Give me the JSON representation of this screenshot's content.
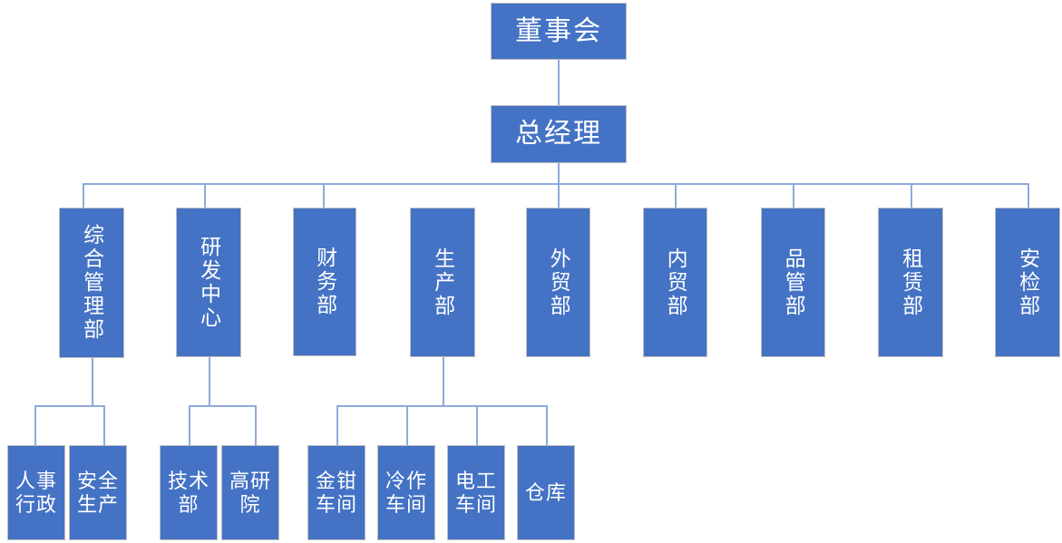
{
  "chart": {
    "kind": "organization-chart",
    "title": "",
    "colors": {
      "box_fill": "#4472C4",
      "box_border": "#BFBFBF",
      "connector": "#8FAADC",
      "text": "#FFFFFF",
      "background": "#FFFFFF"
    }
  },
  "levels": {
    "level1": {
      "label": "董事会"
    },
    "level2": {
      "label": "总经理"
    }
  },
  "departments": [
    {
      "label": "综合管理部"
    },
    {
      "label": "研发中心"
    },
    {
      "label": "财务部"
    },
    {
      "label": "生产部"
    },
    {
      "label": "外贸部"
    },
    {
      "label": "内贸部"
    },
    {
      "label": "品管部"
    },
    {
      "label": "租赁部"
    },
    {
      "label": "安检部"
    }
  ],
  "subunits": [
    {
      "label": "人事行政",
      "parent": "综合管理部"
    },
    {
      "label": "安全生产",
      "parent": "综合管理部"
    },
    {
      "label": "技术部",
      "parent": "研发中心"
    },
    {
      "label": "高研院",
      "parent": "研发中心"
    },
    {
      "label": "金钳车间",
      "parent": "生产部"
    },
    {
      "label": "冷作车间",
      "parent": "生产部"
    },
    {
      "label": "电工车间",
      "parent": "生产部"
    },
    {
      "label": "仓库",
      "parent": "生产部"
    }
  ]
}
